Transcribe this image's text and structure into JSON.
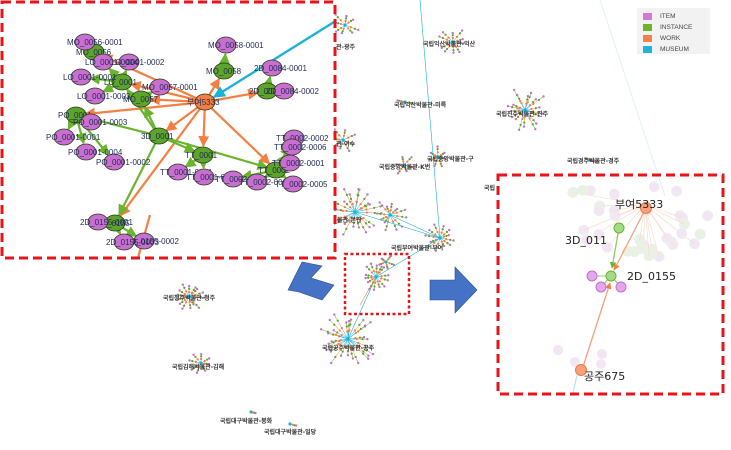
{
  "legend": {
    "items": [
      {
        "label": "ITEM",
        "color": "#d278d8"
      },
      {
        "label": "INSTANCE",
        "color": "#6ab42f"
      },
      {
        "label": "WORK",
        "color": "#f4804a"
      },
      {
        "label": "MUSEUM",
        "color": "#1fb3d9"
      }
    ]
  },
  "colors": {
    "item": "#c86fd0",
    "instance": "#5da52a",
    "work": "#f47f43",
    "museum": "#1ab2d6",
    "highlight_border": "#e8141b",
    "arrow": "#4472c4"
  },
  "left_inset": {
    "nodes": [
      {
        "id": "work",
        "type": "work",
        "label": "부여5333"
      },
      {
        "id": "mo0056",
        "type": "instance",
        "label": "MO_0056"
      },
      {
        "id": "mo0056_1",
        "type": "item",
        "label": "MO_0056-0001"
      },
      {
        "id": "mo0058",
        "type": "instance",
        "label": "MO_0058"
      },
      {
        "id": "mo0058_1",
        "type": "item",
        "label": "MO_0058-0001"
      },
      {
        "id": "d0084",
        "type": "instance",
        "label": "2D_0084"
      },
      {
        "id": "d0084_1",
        "type": "item",
        "label": "2D_0084-0001"
      },
      {
        "id": "d0084_2",
        "type": "item",
        "label": "2D_0084-0002"
      },
      {
        "id": "mo0057",
        "type": "instance",
        "label": "MO_0057"
      },
      {
        "id": "mo0057_1",
        "type": "item",
        "label": "MO_0057-0001"
      },
      {
        "id": "lo0001",
        "type": "instance",
        "label": "LO_0001"
      },
      {
        "id": "lo0001_1",
        "type": "item",
        "label": "LO_0001-0001"
      },
      {
        "id": "lo0001_2",
        "type": "item",
        "label": "LO_0001-0002"
      },
      {
        "id": "lo0001_3",
        "type": "item",
        "label": "LO_0001-0003"
      },
      {
        "id": "lo0001_4",
        "type": "item",
        "label": "LO_0001-0004"
      },
      {
        "id": "po0001",
        "type": "instance",
        "label": "PO_0001"
      },
      {
        "id": "po0001_1",
        "type": "item",
        "label": "PO_0001-0001"
      },
      {
        "id": "po0001_2",
        "type": "item",
        "label": "PO_0001-0002"
      },
      {
        "id": "po0001_3",
        "type": "item",
        "label": "PO_0001-0003"
      },
      {
        "id": "po0001_4",
        "type": "item",
        "label": "PO_0001-0004"
      },
      {
        "id": "d3_0001",
        "type": "instance",
        "label": "3D_0001"
      },
      {
        "id": "tt0001",
        "type": "instance",
        "label": "TT_0001"
      },
      {
        "id": "tt0001_1",
        "type": "item",
        "label": "TT_0001-0001"
      },
      {
        "id": "tt0001_2",
        "type": "item",
        "label": "TT_0001-0002"
      },
      {
        "id": "tt0002",
        "type": "instance",
        "label": "TT_0002"
      },
      {
        "id": "tt0002_1",
        "type": "item",
        "label": "TT_0002-0001"
      },
      {
        "id": "tt0002_2",
        "type": "item",
        "label": "TT_0002-0002"
      },
      {
        "id": "tt0002_3",
        "type": "item",
        "label": "TT_0002-0003"
      },
      {
        "id": "tt0002_4",
        "type": "item",
        "label": "TT_0002-0004"
      },
      {
        "id": "tt0002_5",
        "type": "item",
        "label": "TT_0002-0005"
      },
      {
        "id": "tt0002_6",
        "type": "item",
        "label": "TT_0002-0006"
      },
      {
        "id": "d0155",
        "type": "instance",
        "label": "2D_0155"
      },
      {
        "id": "d0155_1",
        "type": "item",
        "label": "2D_0155-0001"
      },
      {
        "id": "d0155_2",
        "type": "item",
        "label": "2D_0155-0002"
      },
      {
        "id": "d0155_3",
        "type": "item",
        "label": "2D_0155-0003"
      }
    ]
  },
  "right_inset": {
    "labels": {
      "work_top": "부여5333",
      "instance_3d": "3D_011",
      "instance_2d": "2D_0155",
      "work_bottom": "공주675"
    }
  },
  "clusters": [
    {
      "label": "국립익산박물관-익산"
    },
    {
      "label": "국립익산박물관-미륵"
    },
    {
      "label": "국립진주박물관-진주"
    },
    {
      "label": "국립중앙박물관-구"
    },
    {
      "label": "국립중앙박물관-K번"
    },
    {
      "label": "국립경주박물관-경주"
    },
    {
      "label": "국립부여박물관-부여"
    },
    {
      "label": "국립공주박물관-공주"
    },
    {
      "label": "국립청주박물관-청주"
    },
    {
      "label": "국립김해박물관-김해"
    },
    {
      "label": "국립대구박물관-봉화"
    },
    {
      "label": "국립대구박물관-일당"
    },
    {
      "label": "관-광주"
    },
    {
      "label": "관-여수"
    },
    {
      "label": "물관-본관"
    },
    {
      "label": "국립"
    }
  ]
}
